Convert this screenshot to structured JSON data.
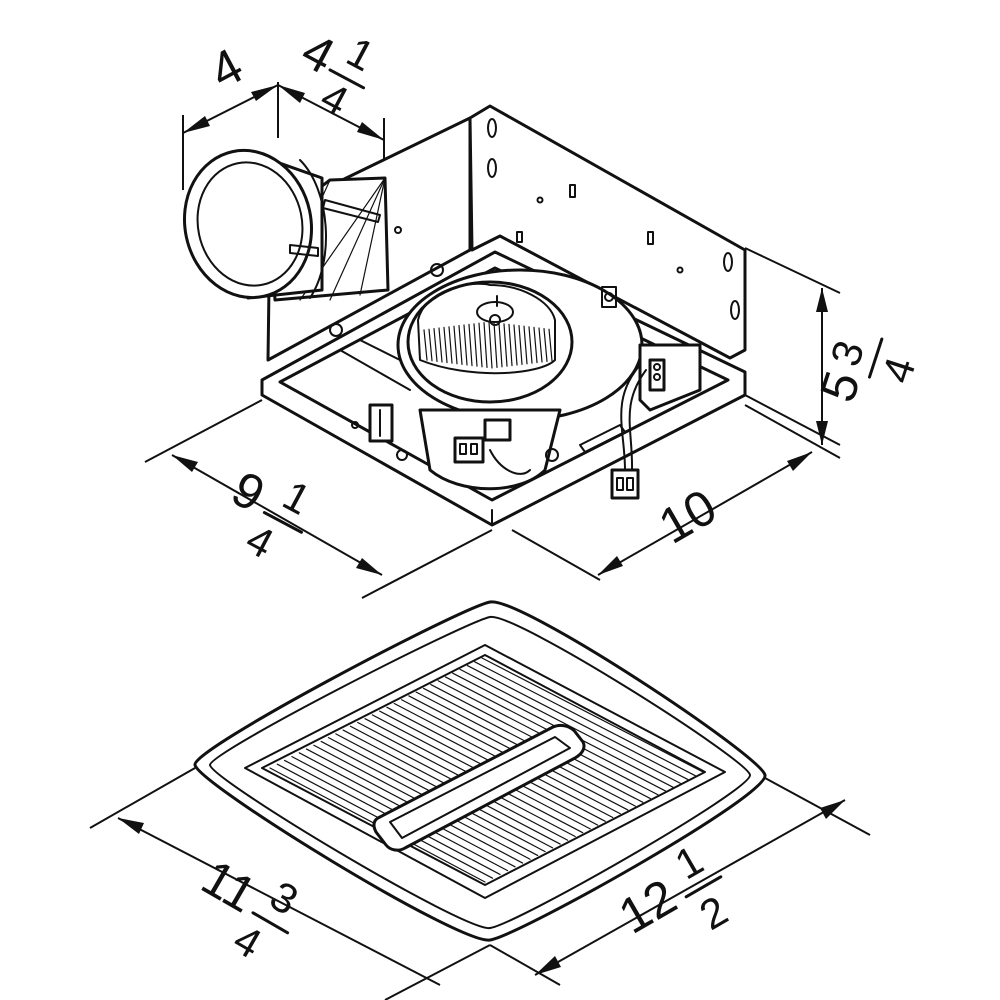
{
  "dimensions": {
    "intake_depth": {
      "whole": "4",
      "num": "",
      "den": ""
    },
    "duct_width": {
      "whole": "4",
      "num": "1",
      "den": "4"
    },
    "housing_width": {
      "whole": "9",
      "num": "1",
      "den": "4"
    },
    "housing_length": {
      "whole": "10",
      "num": "",
      "den": ""
    },
    "housing_height": {
      "whole": "5",
      "num": "3",
      "den": "4"
    },
    "grille_width": {
      "whole": "11",
      "num": "3",
      "den": "4"
    },
    "grille_length": {
      "whole": "12",
      "num": "1",
      "den": "2"
    }
  },
  "colors": {
    "line": "#111111",
    "background": "#ffffff"
  }
}
